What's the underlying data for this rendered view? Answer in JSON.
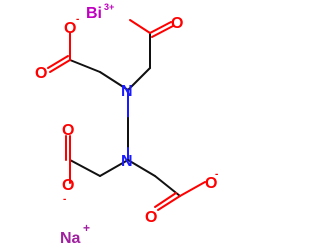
{
  "molecule": {
    "atoms": {
      "bi": "Bi",
      "bi_charge": "3+",
      "na": "Na",
      "na_charge": "+",
      "n_upper": "N",
      "n_lower": "N",
      "o_top_left": "O",
      "o_top_left_charge": "-",
      "o_left_upper": "O",
      "o_right_upper": "O",
      "o_left_lower": "O",
      "o_left_lower_charge": "-",
      "o_bottom_mid": "O",
      "o_bottom_right": "O",
      "o_bottom_right_charge": "-"
    },
    "colors": {
      "carbon_bond": "#111111",
      "oxygen": "#ff0000",
      "nitrogen": "#1a1aff",
      "metal": "#c000c0",
      "sodium": "#a020a0"
    }
  }
}
